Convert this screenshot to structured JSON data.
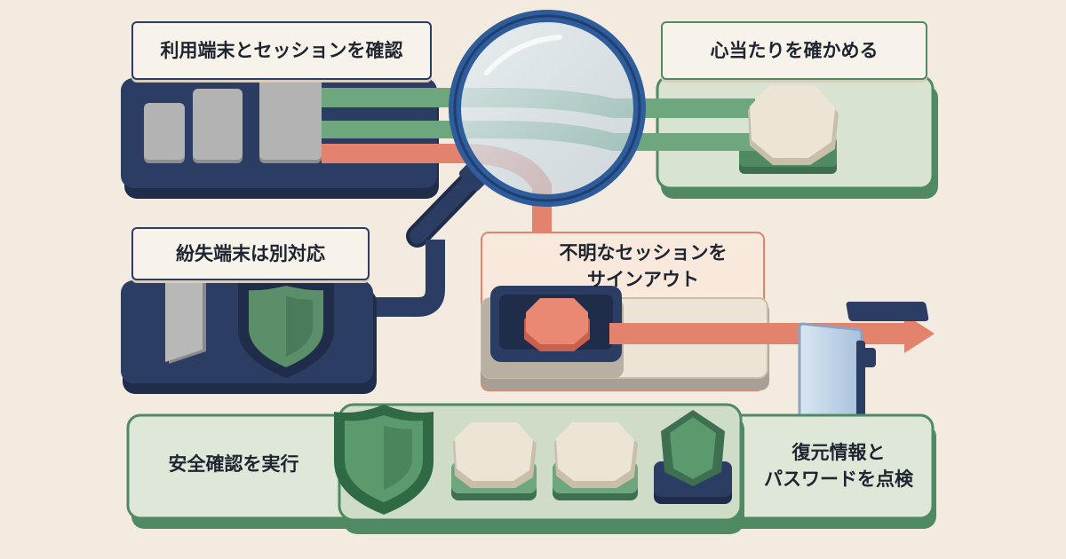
{
  "steps": {
    "check_devices": {
      "label": "利用端末とセッションを確認"
    },
    "confirm_memory": {
      "label": "心当たりを確かめる"
    },
    "lost_device": {
      "label": "紛失端末は別対応"
    },
    "sign_out": {
      "label": "不明なセッションを\nサインアウト"
    },
    "security_check": {
      "label": "安全確認を実行"
    },
    "recovery_check": {
      "label": "復元情報と\nパスワードを点検"
    }
  },
  "colors": {
    "background": "#f4ebe0",
    "navy": "#2c3d63",
    "green": "#4f8a62",
    "light_green": "#cfdcc8",
    "coral": "#e3826d",
    "grey": "#a9a9a9",
    "cream": "#ece4d4"
  },
  "icons": [
    "magnifier-icon",
    "shield-icon",
    "device-icon",
    "stone-button-icon",
    "gate-icon",
    "arrow-right-icon"
  ]
}
